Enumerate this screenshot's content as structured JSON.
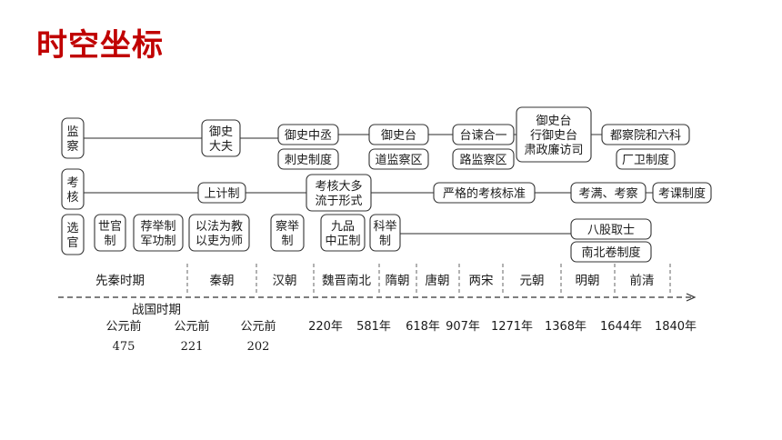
{
  "title": "时空坐标",
  "categories": [
    {
      "chars": [
        "监",
        "察"
      ]
    },
    {
      "chars": [
        "考",
        "核"
      ]
    },
    {
      "chars": [
        "选",
        "官"
      ]
    }
  ],
  "boxes": {
    "yushi_dafu": [
      "御史",
      "大夫"
    ],
    "shangji": [
      "上计制"
    ],
    "yushi_zhongcheng": [
      "御史中丞"
    ],
    "cishi": [
      "刺史制度"
    ],
    "yushitai": [
      "御史台"
    ],
    "dao_jiancha": [
      "道监察区"
    ],
    "taijian": [
      "台谏合一"
    ],
    "lu_jiancha": [
      "路监察区"
    ],
    "yuan_tai": [
      "御史台",
      "行御史台",
      "肃政廉访司"
    ],
    "duchayuan": [
      "都察院和六科"
    ],
    "changwei": [
      "厂卫制度"
    ],
    "kaohe_xingshi": [
      "考核大多",
      "流于形式"
    ],
    "yange_kaohe": [
      "严格的考核标准"
    ],
    "kaoman": [
      "考满、考察"
    ],
    "kaoke": [
      "考课制度"
    ],
    "shiguan": [
      "世官",
      "制"
    ],
    "jianju": [
      "荐举制",
      "军功制"
    ],
    "yifa": [
      "以法为教",
      "以吏为师"
    ],
    "chaju": [
      "察举",
      "制"
    ],
    "jiupin": [
      "九品",
      "中正制"
    ],
    "keju": [
      "科举",
      "制"
    ],
    "bagu": [
      "八股取士"
    ],
    "nanbei": [
      "南北卷制度"
    ]
  },
  "periods": [
    "先秦时期",
    "秦朝",
    "汉朝",
    "魏晋南北",
    "隋朝",
    "唐朝",
    "两宋",
    "元朝",
    "明朝",
    "前清"
  ],
  "sub_period": "战国时期",
  "years": [
    {
      "text": "公元前",
      "num": "475"
    },
    {
      "text": "公元前",
      "num": "221"
    },
    {
      "text": "公元前",
      "num": "202"
    },
    {
      "text": "220年",
      "num": ""
    },
    {
      "text": "581年",
      "num": ""
    },
    {
      "text": "618年",
      "num": ""
    },
    {
      "text": "907年",
      "num": ""
    },
    {
      "text": "1271年",
      "num": ""
    },
    {
      "text": "1368年",
      "num": ""
    },
    {
      "text": "1644年",
      "num": ""
    },
    {
      "text": "1840年",
      "num": ""
    }
  ]
}
